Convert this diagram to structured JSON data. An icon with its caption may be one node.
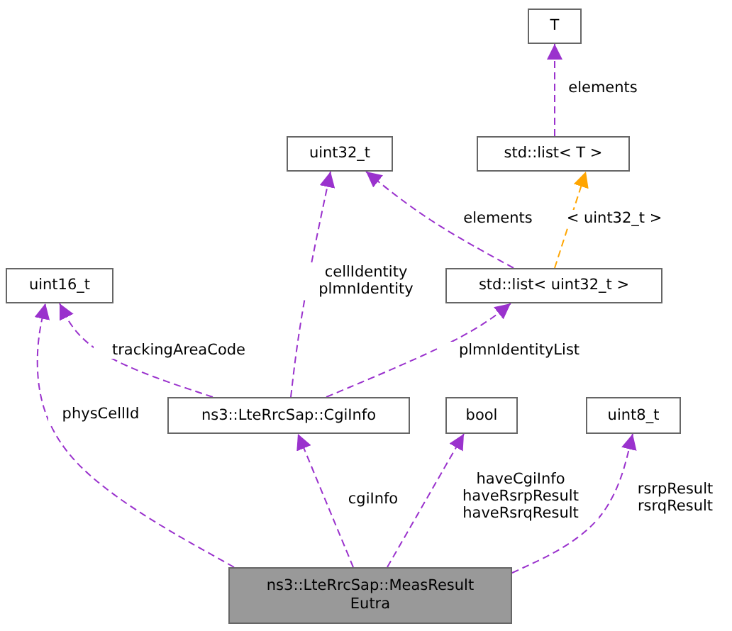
{
  "diagram": {
    "nodes": [
      {
        "text": [
          "T"
        ]
      },
      {
        "text": [
          "std::list< T >"
        ]
      },
      {
        "text": [
          "uint32_t"
        ]
      },
      {
        "text": [
          "uint16_t"
        ]
      },
      {
        "text": [
          "std::list< uint32_t >"
        ]
      },
      {
        "text": [
          "ns3::LteRrcSap::CgiInfo"
        ]
      },
      {
        "text": [
          "bool"
        ]
      },
      {
        "text": [
          "uint8_t"
        ]
      },
      {
        "text": [
          "ns3::LteRrcSap::MeasResult Eutra"
        ]
      }
    ],
    "edges": [
      {
        "from": 1,
        "to": 0,
        "arrow": "to",
        "label": "elements",
        "style": "dashed"
      },
      {
        "from": 4,
        "to": 1,
        "arrow": "to",
        "label": "< uint32_t >",
        "style": "dashed",
        "color": "#ffa500"
      },
      {
        "from": 4,
        "to": 2,
        "arrow": "to",
        "label": "elements",
        "style": "dashed"
      },
      {
        "from": 5,
        "to": 2,
        "arrow": "to",
        "label": "cellIdentity plmnIdentity",
        "style": "dashed"
      },
      {
        "from": 5,
        "to": 3,
        "arrow": "to",
        "label": "trackingAreaCode",
        "style": "dashed"
      },
      {
        "from": 5,
        "to": 4,
        "arrow": "to",
        "label": "plmnIdentityList",
        "style": "dashed"
      },
      {
        "from": 8,
        "to": 3,
        "arrow": "to",
        "label": "physCellId",
        "style": "dashed"
      },
      {
        "from": 8,
        "to": 5,
        "arrow": "to",
        "label": "cgiInfo",
        "style": "dashed"
      },
      {
        "from": 8,
        "to": 6,
        "arrow": "to",
        "label": "haveCgiInfo haveRsrpResult haveRsrqResult",
        "style": "dashed"
      },
      {
        "from": 8,
        "to": 7,
        "arrow": "to",
        "label": "rsrpResult rsrqResult",
        "style": "dashed"
      }
    ]
  }
}
